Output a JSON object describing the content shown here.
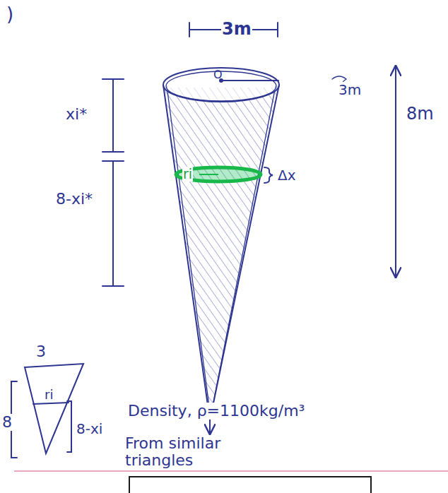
{
  "diagram": {
    "labels": [
      ")",
      "3m",
      "O",
      "3m",
      "xi*",
      "ri",
      "Δx",
      "8m",
      "8-xi*",
      "3",
      "ri",
      "8",
      "8-xi",
      "From similar triangles",
      "Density, ρ=1100kg/m³"
    ]
  }
}
